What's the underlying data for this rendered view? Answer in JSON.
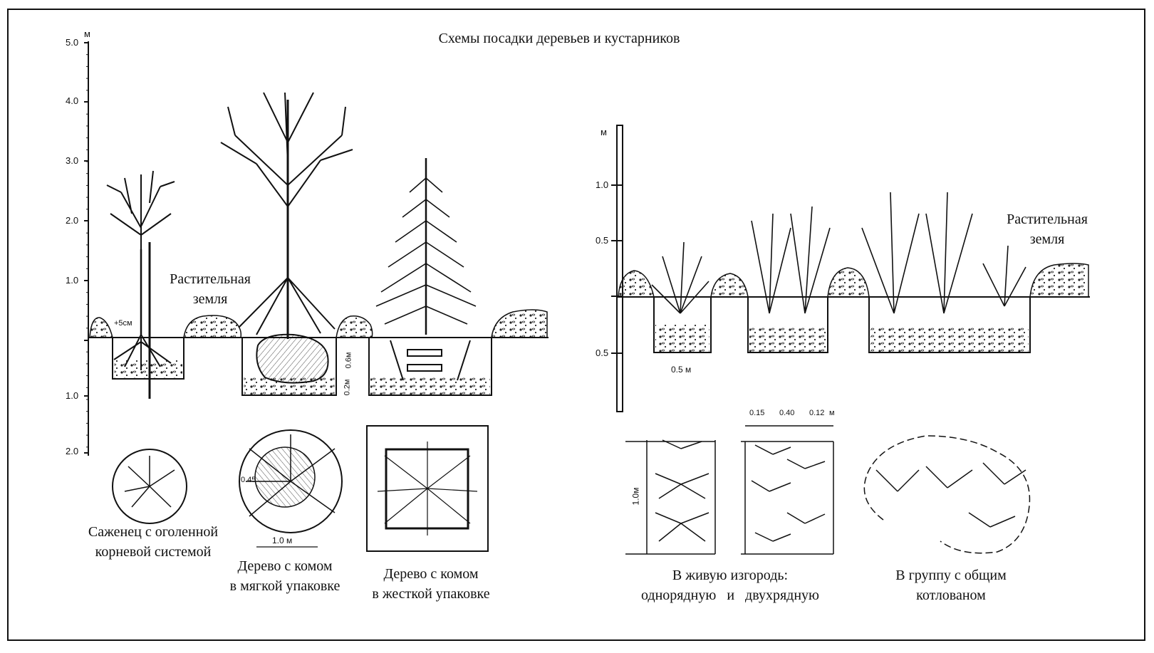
{
  "title": "Схемы посадки деревьев и кустарников",
  "left_scale": {
    "unit": "м",
    "ticks": [
      "5.0",
      "4.0",
      "3.0",
      "2.0",
      "1.0",
      "1.0",
      "2.0"
    ]
  },
  "right_scale": {
    "unit": "м",
    "ticks": [
      "1.0",
      "0.5",
      "0.5"
    ]
  },
  "soil_labels": {
    "left": [
      "Растительная",
      "земля"
    ],
    "right": [
      "Растительная",
      "земля"
    ]
  },
  "dimensions": {
    "stake_offset": "+5см",
    "ball_height": "0.6м",
    "ball_depth": "0.2м",
    "plan_diameter": "1.0 м",
    "plan_ball": "0.45",
    "hedge_width": "0.5 м",
    "hedge_length": "1.0м",
    "double_row": [
      "0.15",
      "0.40",
      "0.12",
      "м"
    ]
  },
  "captions": {
    "bare_root": [
      "Саженец с оголенной",
      "корневой системой"
    ],
    "soft_ball": [
      "Дерево с комом",
      "в мягкой упаковке"
    ],
    "hard_ball": [
      "Дерево с комом",
      "в жесткой упаковке"
    ],
    "hedge": [
      "В живую изгородь:",
      "однорядную   и   двухрядную"
    ],
    "group": [
      "В группу с общим",
      "котлованом"
    ]
  }
}
